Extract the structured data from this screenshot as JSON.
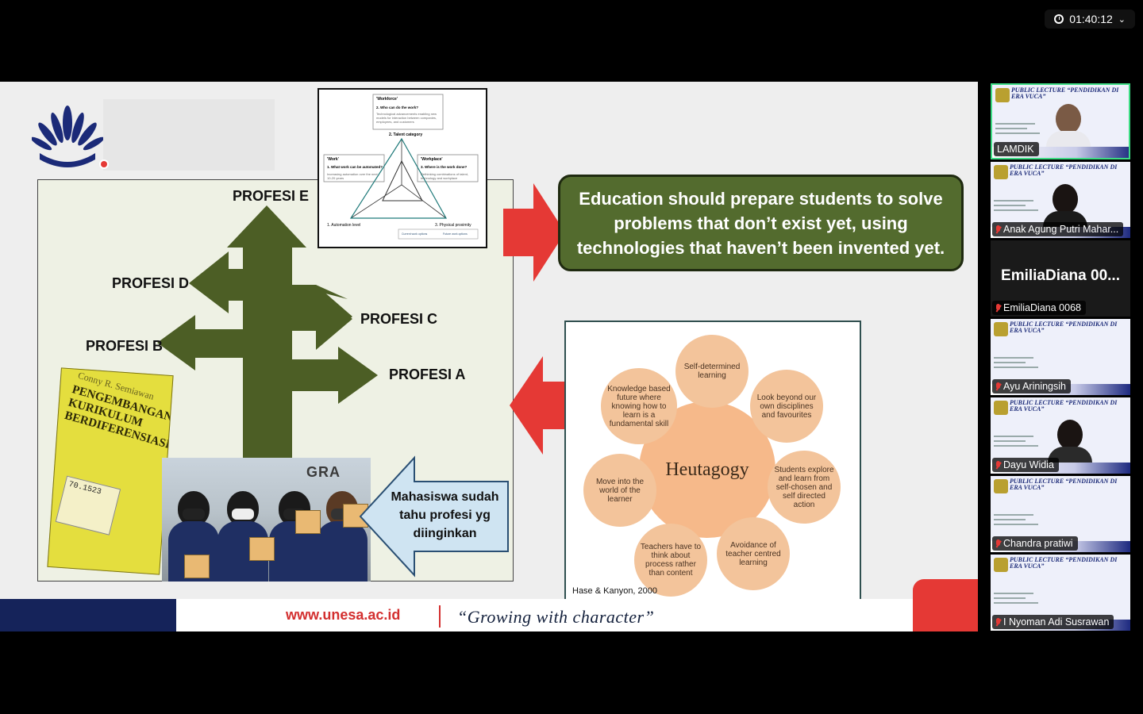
{
  "timer": {
    "time": "01:40:12"
  },
  "slide": {
    "professions": {
      "e": "PROFESI E",
      "d": "PROFESI D",
      "c": "PROFESI C",
      "b": "PROFESI B",
      "a": "PROFESI A"
    },
    "book": {
      "author": "Conny R. Semiawan",
      "title": "PENGEMBANGAN KURIKULUM BERDIFERENSIASI",
      "sticker": "70.1523"
    },
    "photo_sign": "GRA",
    "student_note": "Mahasiswa sudah tahu profesi yg diinginkan",
    "quote": "Education should prepare students to solve problems that don’t exist yet, using technologies that haven’t been invented yet.",
    "talent_chart": {
      "workforce_title": "'Workforce'",
      "workforce_q": "2. Who can do the work?",
      "workforce_d": "Technological advancements enabling new models for interaction between companies, employees, and customers",
      "talent_category": "2. Talent category",
      "work_title": "'Work'",
      "work_q": "1. What work can be automated?",
      "work_d": "Increasing automation over the next 10-20 years",
      "workplace_title": "'Workplace'",
      "workplace_q": "3. Where is the work done?",
      "workplace_d": "Rethinking combinations of talent, technology and workplace",
      "axis1": "1. Automation level",
      "axis3": "3. Physical proximity",
      "legend1": "Current work options",
      "legend2": "Future work options"
    },
    "heutagogy": {
      "center": "Heutagogy",
      "items": [
        "Self-determined learning",
        "Look beyond our own disciplines and favourites",
        "Students explore and learn from self-chosen and self directed action",
        "Avoidance of teacher centred learning",
        "Teachers have to think about process rather than content",
        "Move into the world of the learner",
        "Knowledge based future where knowing how to learn is a fundamental skill"
      ],
      "citation": "Hase & Kanyon, 2000"
    },
    "footer": {
      "url": "www.unesa.ac.id",
      "tagline": "“Growing with character”"
    }
  },
  "participants": [
    {
      "name": "LAMDIK",
      "muted": false,
      "active": true,
      "video": "banner"
    },
    {
      "name": "Anak Agung Putri Mahar...",
      "muted": true,
      "active": false,
      "video": "banner"
    },
    {
      "name": "EmiliaDiana 0068",
      "display": "EmiliaDiana 00...",
      "muted": true,
      "active": false,
      "video": "off"
    },
    {
      "name": "Ayu Ariningsih",
      "muted": true,
      "active": false,
      "video": "banner"
    },
    {
      "name": "Dayu Widia",
      "muted": true,
      "active": false,
      "video": "banner"
    },
    {
      "name": "Chandra pratiwi",
      "muted": true,
      "active": false,
      "video": "banner"
    },
    {
      "name": "I Nyoman Adi Susrawan",
      "muted": true,
      "active": false,
      "video": "banner"
    }
  ],
  "banner_text": "PUBLIC LECTURE “PENDIDIKAN DI ERA VUCA”",
  "colors": {
    "quote_bg": "#536b2e",
    "arrow_green": "#4c5e25",
    "arrow_red": "#e53935",
    "footer_navy": "#15235a",
    "heut_orange": "#f3c49b"
  }
}
